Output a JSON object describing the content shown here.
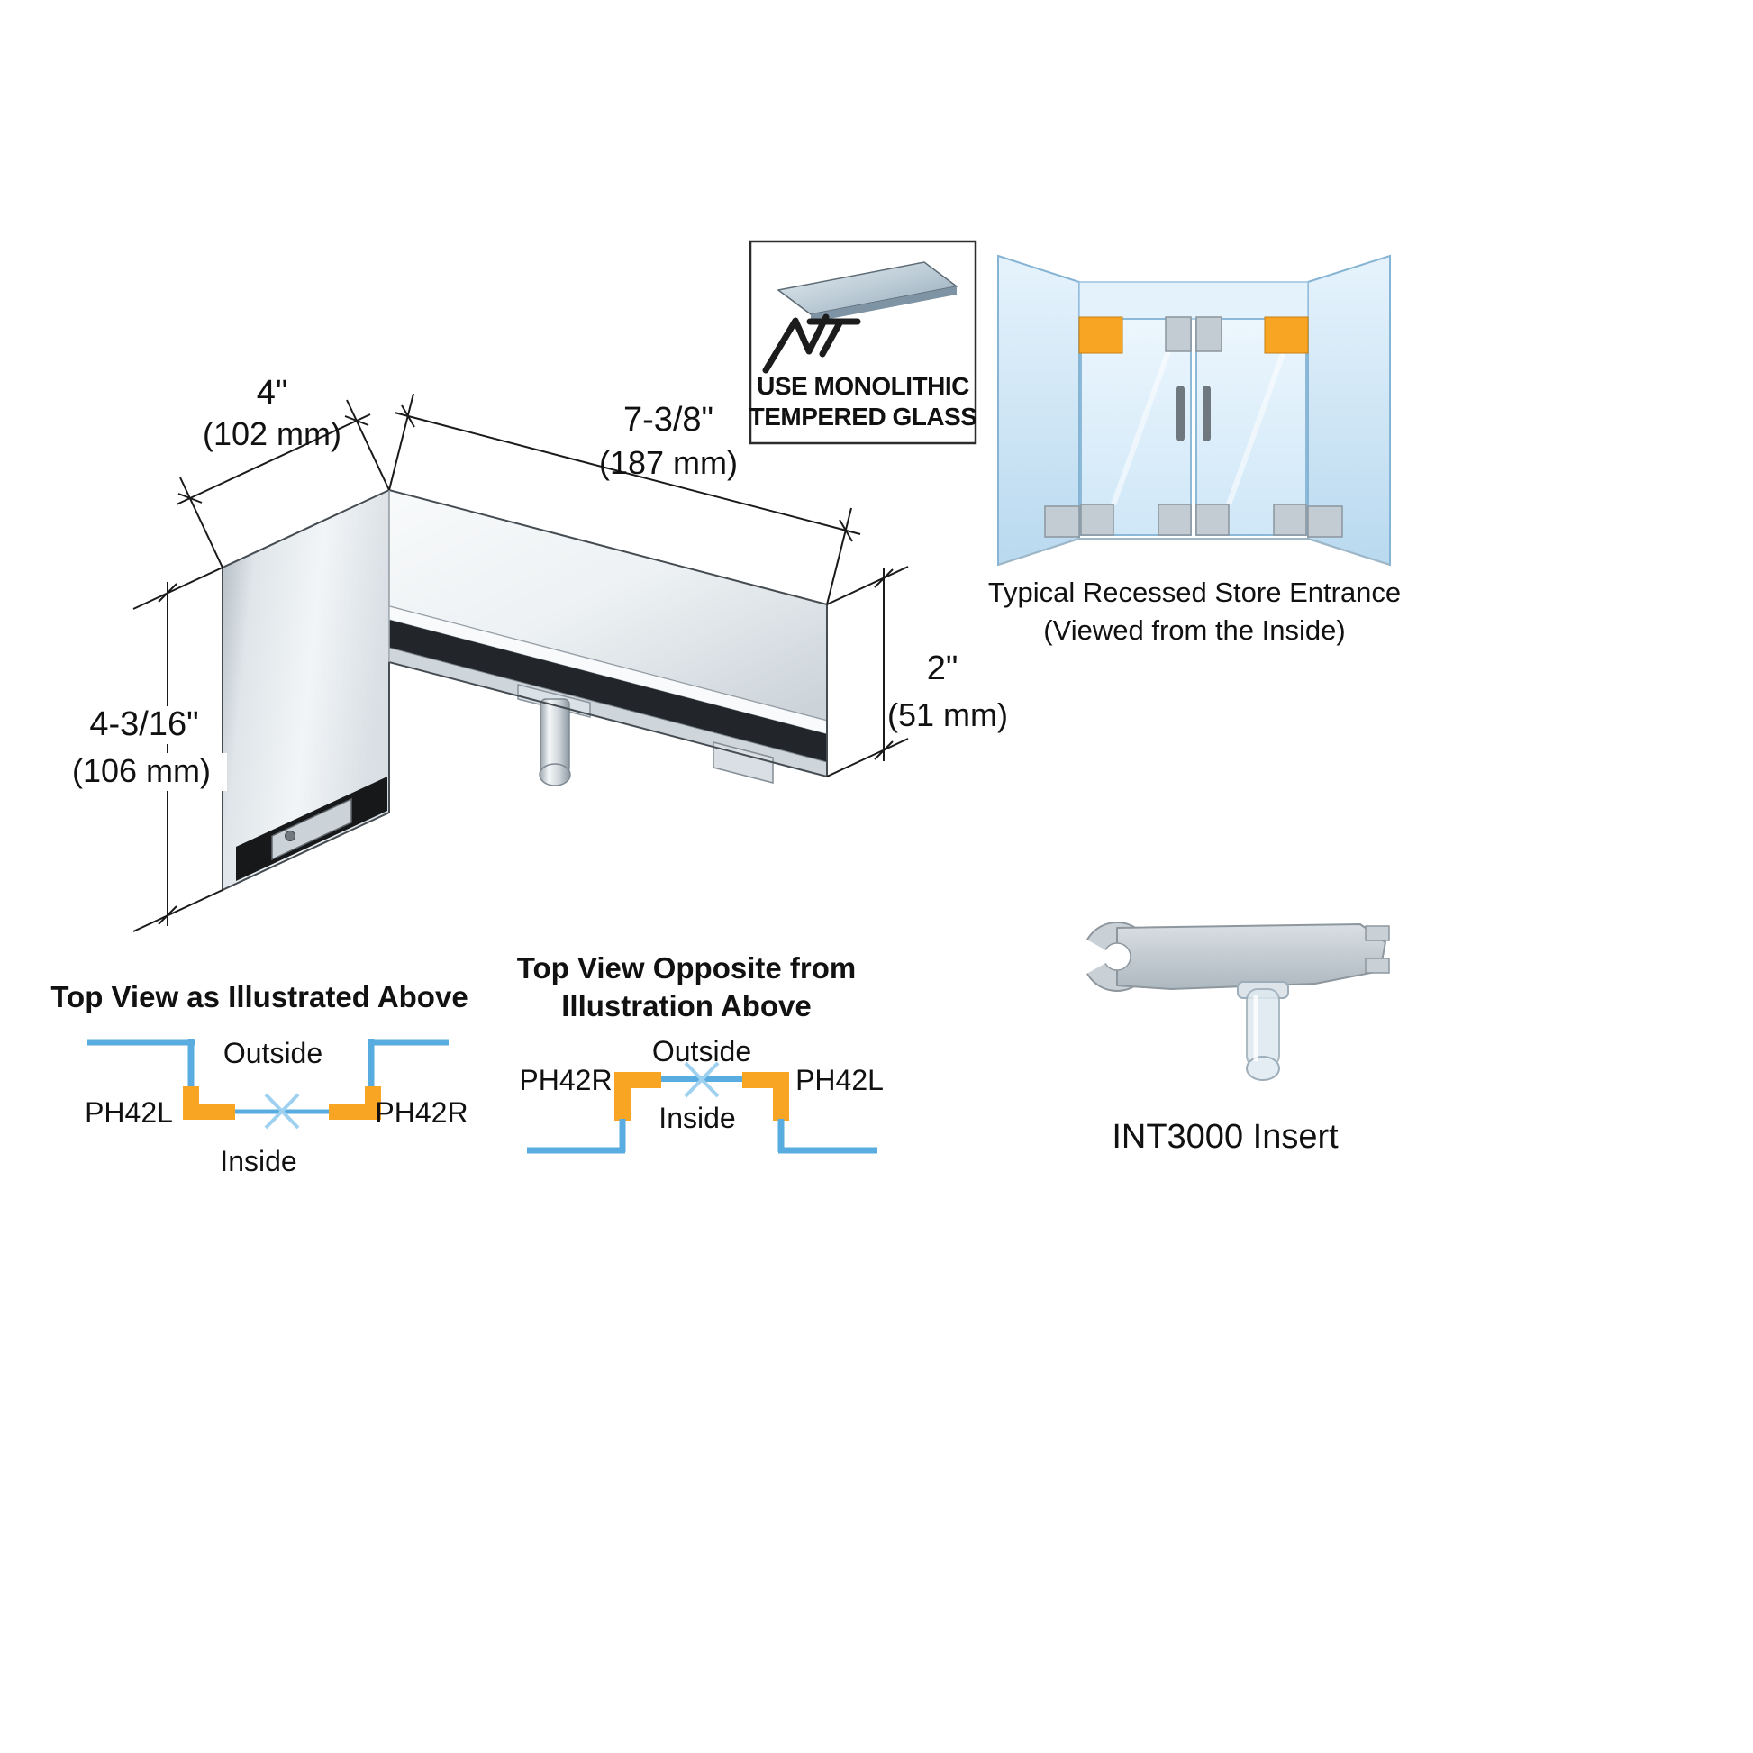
{
  "main_drawing": {
    "dim_top_left_in": "4\"",
    "dim_top_left_mm": "(102 mm)",
    "dim_length_in": "7-3/8\"",
    "dim_length_mm": "(187 mm)",
    "dim_height_in": "2\"",
    "dim_height_mm": "(51 mm)",
    "dim_drop_in": "4-3/16\"",
    "dim_drop_mm": "(106 mm)"
  },
  "glass_note": {
    "line1": "USE MONOLITHIC",
    "line2": "TEMPERED GLASS"
  },
  "entrance": {
    "caption_line1": "Typical Recessed Store Entrance",
    "caption_line2": "(Viewed from the Inside)"
  },
  "top_view_a": {
    "title": "Top View as Illustrated Above",
    "outside": "Outside",
    "inside": "Inside",
    "left_model": "PH42L",
    "right_model": "PH42R"
  },
  "top_view_b": {
    "title_line1": "Top View Opposite from",
    "title_line2": "Illustration Above",
    "outside": "Outside",
    "inside": "Inside",
    "left_model": "PH42R",
    "right_model": "PH42L"
  },
  "insert": {
    "caption": "INT3000 Insert"
  },
  "colors": {
    "patch_orange": "#F7A522",
    "glass_line_blue": "#58ACE0",
    "glass_panel_blue": "#CFE6F6",
    "metal_gray": "#D7DDE2",
    "slot_black": "#1E2225",
    "text_black": "#111111"
  }
}
